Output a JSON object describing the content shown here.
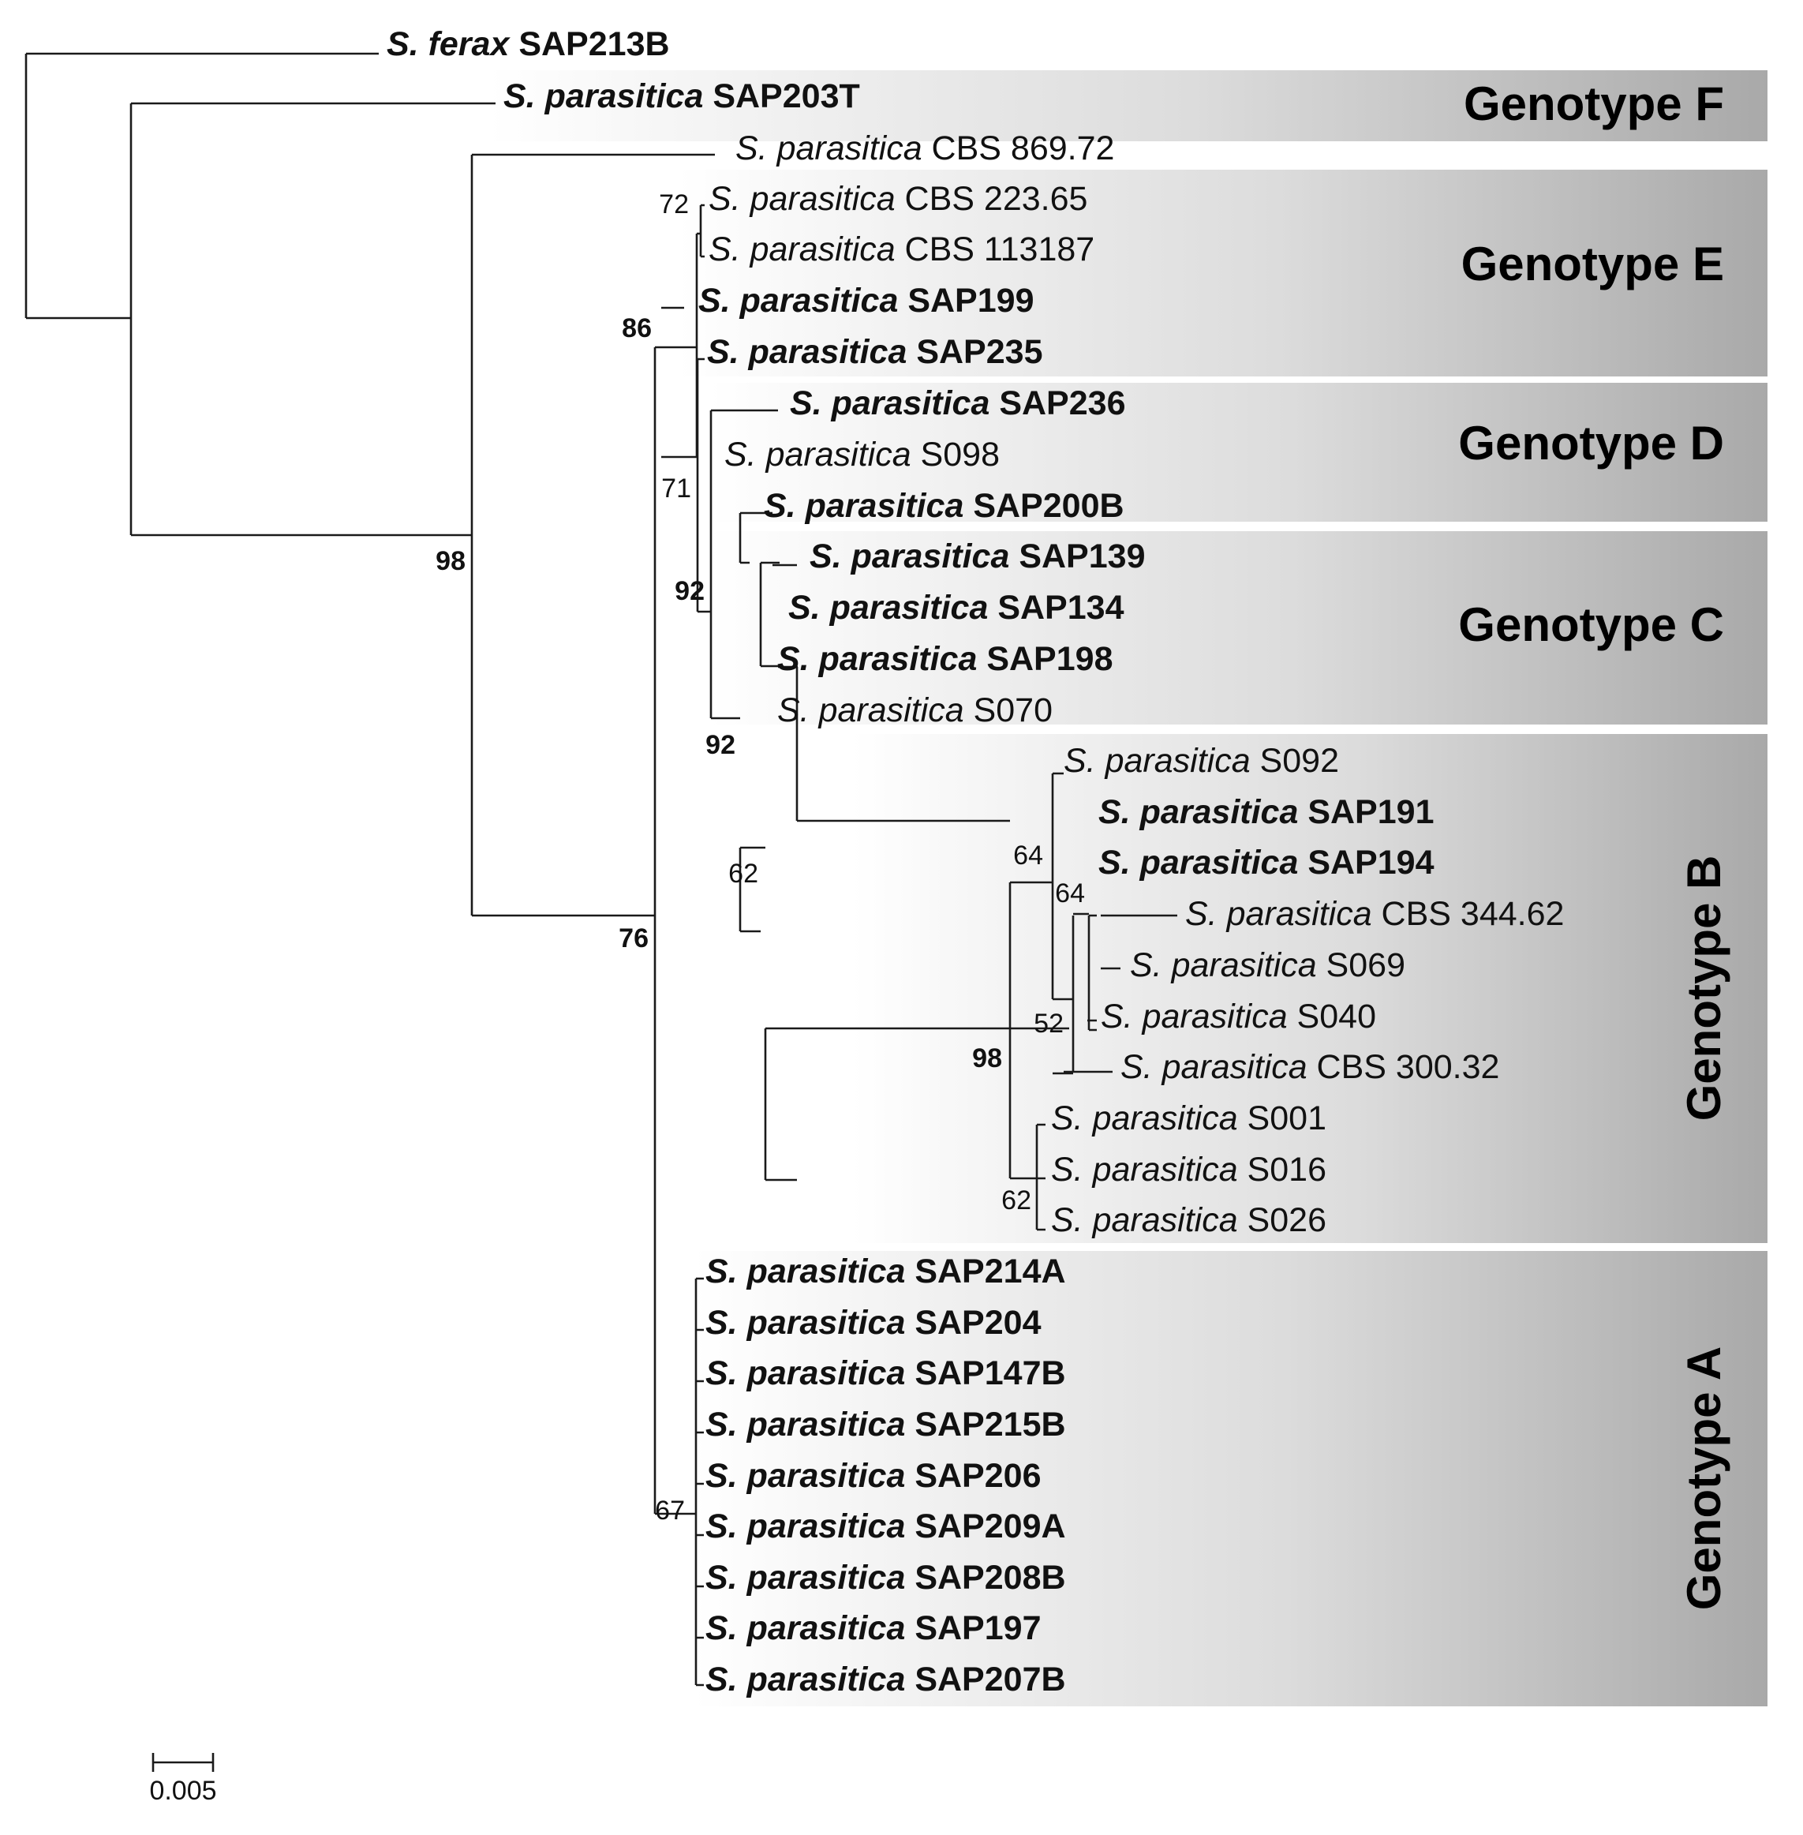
{
  "genotypes": {
    "F": {
      "label": "Genotype F"
    },
    "E": {
      "label": "Genotype E"
    },
    "D": {
      "label": "Genotype D"
    },
    "C": {
      "label": "Genotype C"
    },
    "B": {
      "label": "Genotype B"
    },
    "A": {
      "label": "Genotype A"
    }
  },
  "taxa": [
    {
      "species": "S. ferax",
      "strain": "SAP213B",
      "bold": true
    },
    {
      "species": "S. parasitica",
      "strain": "SAP203T",
      "bold": true
    },
    {
      "species": "S. parasitica",
      "strain": "CBS 869.72",
      "bold": false
    },
    {
      "species": "S. parasitica",
      "strain": "CBS 223.65",
      "bold": false
    },
    {
      "species": "S. parasitica",
      "strain": "CBS 113187",
      "bold": false
    },
    {
      "species": "S. parasitica",
      "strain": "SAP199",
      "bold": true
    },
    {
      "species": "S. parasitica",
      "strain": "SAP235",
      "bold": true
    },
    {
      "species": "S. parasitica",
      "strain": "SAP236",
      "bold": true
    },
    {
      "species": "S. parasitica",
      "strain": "S098",
      "bold": false
    },
    {
      "species": "S. parasitica",
      "strain": "SAP200B",
      "bold": true
    },
    {
      "species": "S. parasitica",
      "strain": "SAP139",
      "bold": true
    },
    {
      "species": "S. parasitica",
      "strain": "SAP134",
      "bold": true
    },
    {
      "species": "S. parasitica",
      "strain": "SAP198",
      "bold": true
    },
    {
      "species": "S. parasitica",
      "strain": "S070",
      "bold": false
    },
    {
      "species": "S. parasitica",
      "strain": "S092",
      "bold": false
    },
    {
      "species": "S. parasitica",
      "strain": "SAP191",
      "bold": true
    },
    {
      "species": "S. parasitica",
      "strain": "SAP194",
      "bold": true
    },
    {
      "species": "S. parasitica",
      "strain": "CBS 344.62",
      "bold": false
    },
    {
      "species": "S. parasitica",
      "strain": "S069",
      "bold": false
    },
    {
      "species": "S. parasitica",
      "strain": "S040",
      "bold": false
    },
    {
      "species": "S. parasitica",
      "strain": "CBS 300.32",
      "bold": false
    },
    {
      "species": "S. parasitica",
      "strain": "S001",
      "bold": false
    },
    {
      "species": "S. parasitica",
      "strain": "S016",
      "bold": false
    },
    {
      "species": "S. parasitica",
      "strain": "S026",
      "bold": false
    },
    {
      "species": "S. parasitica",
      "strain": "SAP214A",
      "bold": true
    },
    {
      "species": "S. parasitica",
      "strain": "SAP204",
      "bold": true
    },
    {
      "species": "S. parasitica",
      "strain": "SAP147B",
      "bold": true
    },
    {
      "species": "S. parasitica",
      "strain": "SAP215B",
      "bold": true
    },
    {
      "species": "S. parasitica",
      "strain": "SAP206",
      "bold": true
    },
    {
      "species": "S. parasitica",
      "strain": "SAP209A",
      "bold": true
    },
    {
      "species": "S. parasitica",
      "strain": "SAP208B",
      "bold": true
    },
    {
      "species": "S. parasitica",
      "strain": "SAP197",
      "bold": true
    },
    {
      "species": "S. parasitica",
      "strain": "SAP207B",
      "bold": true
    }
  ],
  "bootstrap": {
    "ingroup": "98",
    "e_pair": "72",
    "node_86": "86",
    "node_76": "76",
    "node_71": "71",
    "node_92a": "92",
    "node_92b": "92",
    "node_62_c": "62",
    "node_98_b": "98",
    "node_64a": "64",
    "node_64b": "64",
    "node_52": "52",
    "node_62_b": "62",
    "node_67": "67"
  },
  "scale_bar": {
    "label": "0.005"
  }
}
